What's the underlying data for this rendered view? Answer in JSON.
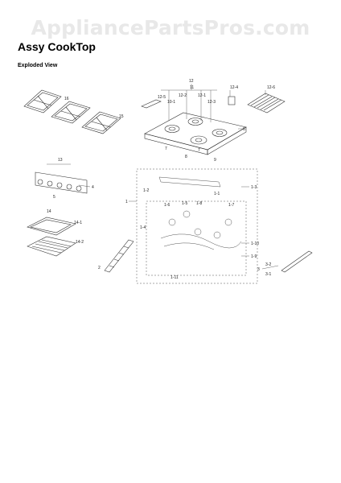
{
  "watermark": "AppliancePartsPros.com",
  "title": "Assy CookTop",
  "subtitle": "Exploded View",
  "callouts": [
    "12",
    "12-5",
    "12-2",
    "11",
    "10-1",
    "12-1",
    "12-3",
    "12-4",
    "12-6",
    "8",
    "7",
    "7",
    "9",
    "6",
    "13",
    "4",
    "5",
    "14",
    "14-1",
    "14-2",
    "1",
    "1-3",
    "1-2",
    "1-1",
    "1-6",
    "1-5",
    "1-8",
    "1-4",
    "1-7",
    "1-10",
    "1-9",
    "1-11",
    "3",
    "3-2",
    "3-1",
    "2",
    "15",
    "16"
  ]
}
